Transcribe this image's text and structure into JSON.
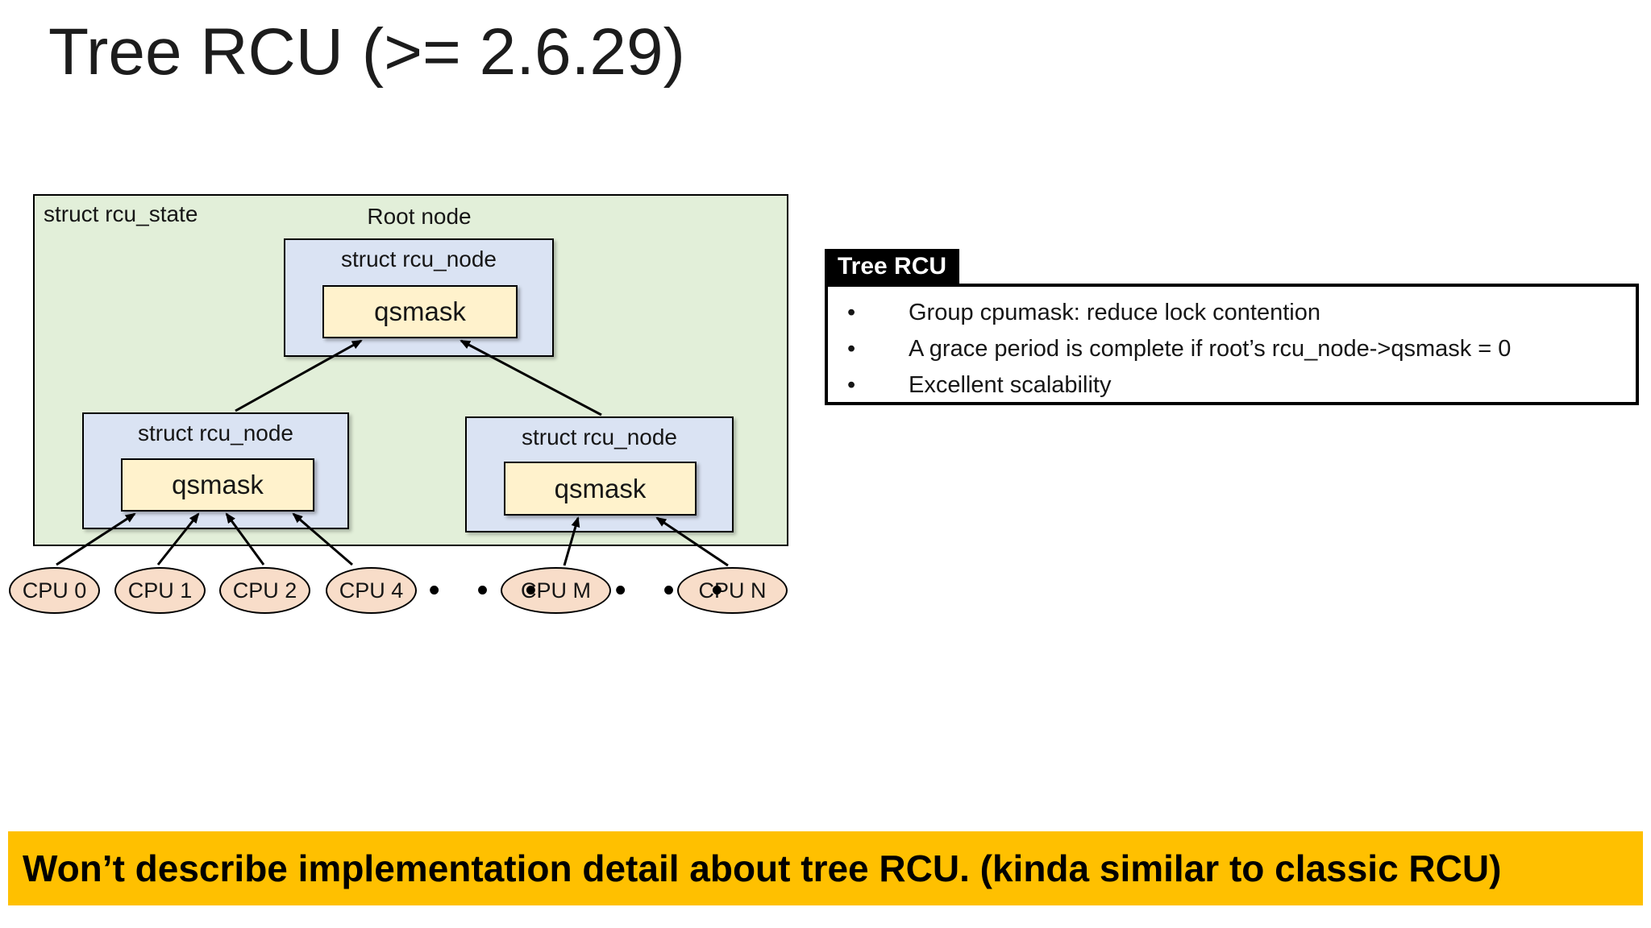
{
  "title": "Tree RCU (>= 2.6.29)",
  "diagram": {
    "state_label": "struct rcu_state",
    "root_caption": "Root node",
    "root_node": {
      "label": "struct rcu_node",
      "field": "qsmask"
    },
    "left_node": {
      "label": "struct rcu_node",
      "field": "qsmask"
    },
    "right_node": {
      "label": "struct rcu_node",
      "field": "qsmask"
    },
    "cpus": [
      "CPU 0",
      "CPU 1",
      "CPU 2",
      "CPU 4",
      "CPU M",
      "CPU N"
    ],
    "ellipsis": "• • •"
  },
  "callout": {
    "tab": "Tree RCU",
    "bullets": [
      "Group cpumask: reduce lock contention",
      "A grace period is complete if root’s rcu_node->qsmask = 0",
      "Excellent scalability"
    ]
  },
  "banner": "Won’t describe implementation detail about tree RCU. (kinda similar to classic RCU)",
  "colors": {
    "state_fill": "#e2efd9",
    "node_fill": "#dae3f3",
    "field_fill": "#fff2cc",
    "cpu_fill": "#f8ddc9",
    "banner_fill": "#ffc000",
    "callout_tab_bg": "#000000"
  }
}
